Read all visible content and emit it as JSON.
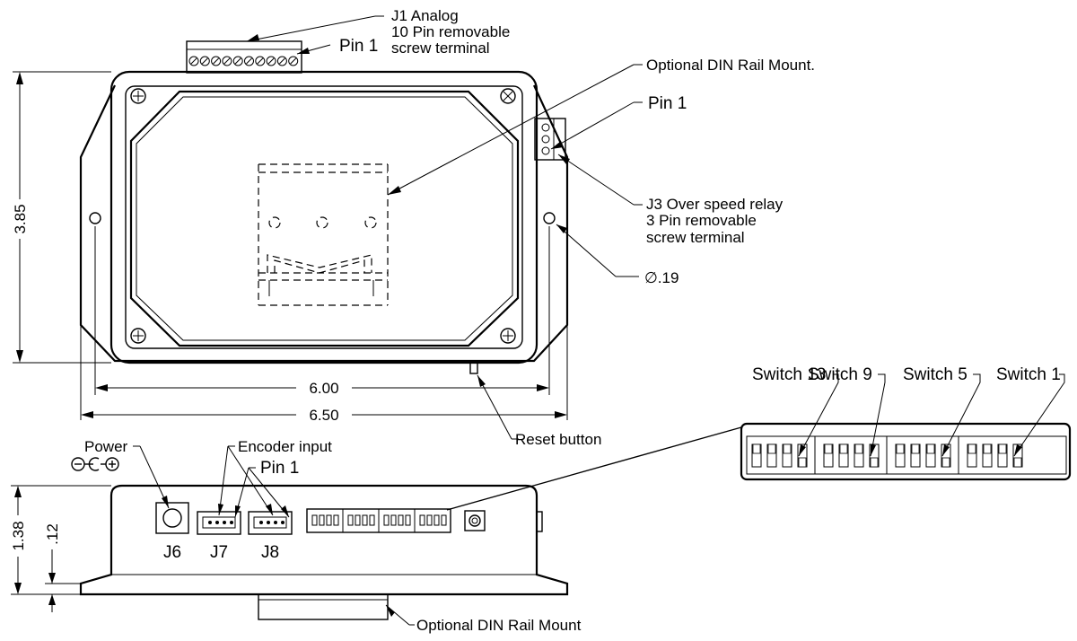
{
  "labels": {
    "j1_line1": "J1  Analog",
    "j1_line2": "10 Pin removable",
    "j1_line3": "screw terminal",
    "pin1_top": "Pin 1",
    "din_top": "Optional DIN Rail Mount.",
    "pin1_right": "Pin 1",
    "j3_line1": "J3  Over speed relay",
    "j3_line2": "3 Pin removable",
    "j3_line3": "screw terminal",
    "hole_dia": "∅.19",
    "dim_height": "3.85",
    "dim_width_inner": "6.00",
    "dim_width_outer": "6.50",
    "reset": "Reset button",
    "power": "Power",
    "encoder": "Encoder input",
    "pin1_bottom": "Pin 1",
    "j6": "J6",
    "j7": "J7",
    "j8": "J8",
    "dim_side_height": "1.38",
    "dim_flange": ".12",
    "din_bottom": "Optional DIN Rail Mount",
    "switch13": "Switch 13",
    "switch9": "Switch 9",
    "switch5": "Switch 5",
    "switch1": "Switch 1"
  },
  "colors": {
    "line": "#000000",
    "background": "#ffffff"
  }
}
